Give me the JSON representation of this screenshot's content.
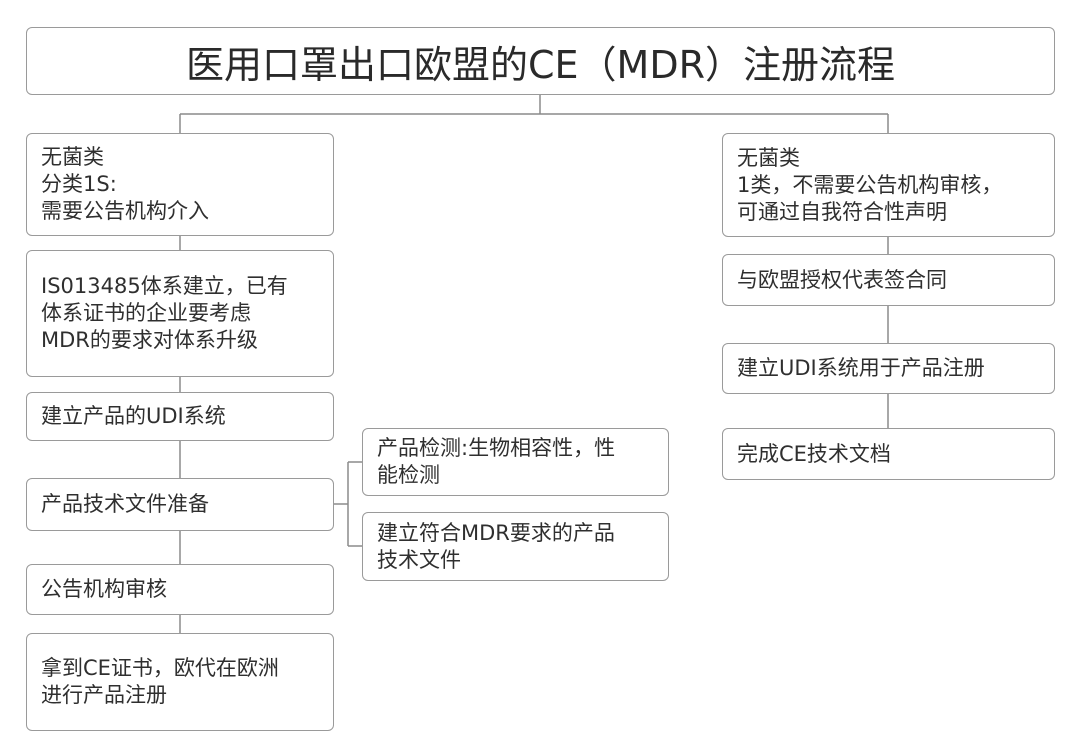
{
  "title": "医用口罩出口欧盟的CE（MDR）注册流程",
  "left_branch": {
    "category": [
      "无菌类",
      "分类1S:",
      "需要公告机构介入"
    ],
    "steps": [
      [
        "IS013485体系建立，已有",
        "体系证书的企业要考虑",
        "MDR的要求对体系升级"
      ],
      [
        "建立产品的UDI系统"
      ],
      [
        "产品技术文件准备"
      ],
      [
        "公告机构审核"
      ],
      [
        "拿到CE证书，欧代在欧洲",
        "进行产品注册"
      ]
    ],
    "sub_steps": [
      [
        "产品检测:生物相容性，性",
        "能检测"
      ],
      [
        "建立符合MDR要求的产品",
        "技术文件"
      ]
    ]
  },
  "right_branch": {
    "category": [
      "无菌类",
      "1类，不需要公告机构审核，",
      "可通过自我符合性声明"
    ],
    "steps": [
      [
        "与欧盟授权代表签合同"
      ],
      [
        "建立UDI系统用于产品注册"
      ],
      [
        "完成CE技术文档"
      ]
    ]
  }
}
